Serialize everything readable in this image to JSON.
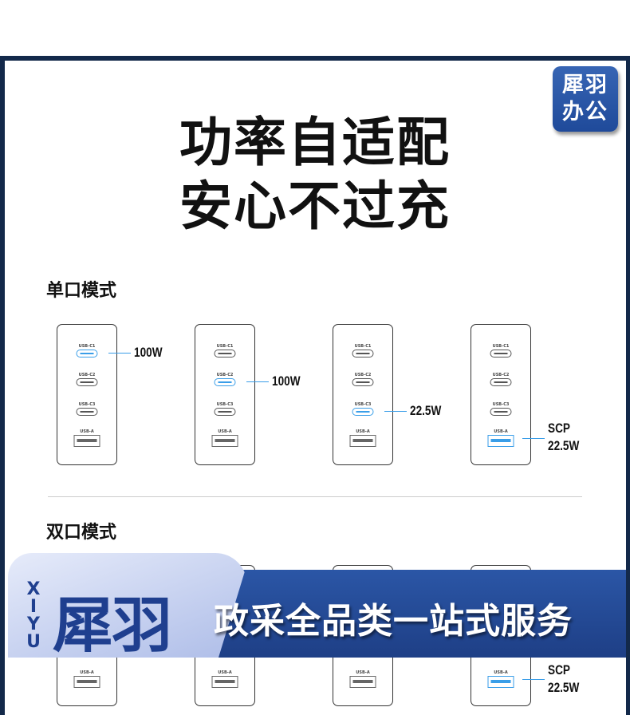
{
  "badge": {
    "line1": "犀羽",
    "line2": "办公"
  },
  "title": {
    "line1": "功率自适配",
    "line2": "安心不过充"
  },
  "single": {
    "heading": "单口模式",
    "cards": [
      {
        "ports": [
          "USB-C1",
          "USB-C2",
          "USB-C3",
          "USB-A"
        ],
        "active": 0,
        "power": [
          "100W"
        ]
      },
      {
        "ports": [
          "USB-C1",
          "USB-C2",
          "USB-C3",
          "USB-A"
        ],
        "active": 1,
        "power": [
          "100W"
        ]
      },
      {
        "ports": [
          "USB-C1",
          "USB-C2",
          "USB-C3",
          "USB-A"
        ],
        "active": 2,
        "power": [
          "22.5W"
        ]
      },
      {
        "ports": [
          "USB-C1",
          "USB-C2",
          "USB-C3",
          "USB-A"
        ],
        "active": 3,
        "power": [
          "SCP",
          "22.5W"
        ]
      }
    ]
  },
  "dual": {
    "heading": "双口模式",
    "cards": [
      {
        "port": "USB-A",
        "active": false
      },
      {
        "port": "USB-A",
        "active": false
      },
      {
        "port": "USB-A",
        "active": false
      },
      {
        "port": "USB-A",
        "active": true,
        "power": [
          "SCP",
          "22.5W"
        ]
      }
    ]
  },
  "banner": {
    "xiyu": "XIYU",
    "brand": "犀羽",
    "slogan": "政采全品类一站式服务"
  },
  "colors": {
    "accent": "#3a9ee8",
    "frame": "#13294a",
    "banner": "#2b56a6"
  }
}
